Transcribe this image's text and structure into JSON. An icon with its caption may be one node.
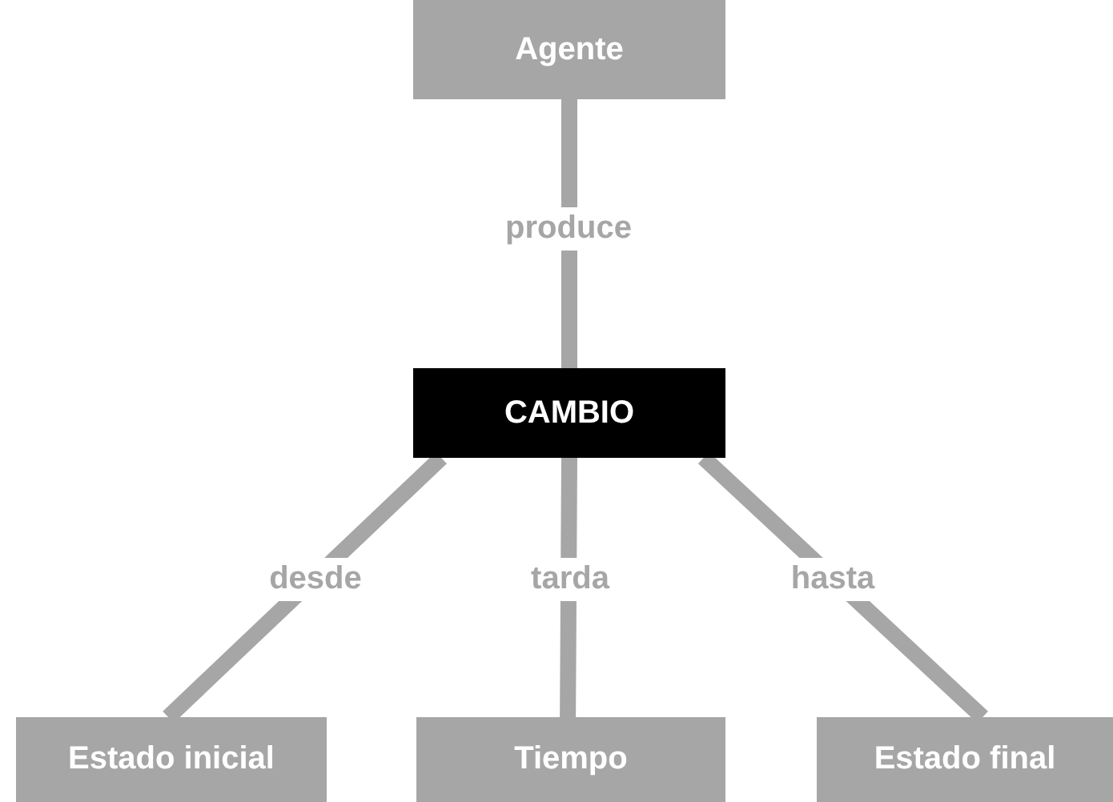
{
  "diagram": {
    "nodes": [
      {
        "text": [
          "Agente"
        ]
      },
      {
        "text": [
          "CAMBIO"
        ]
      },
      {
        "text": [
          "Estado inicial"
        ]
      },
      {
        "text": [
          "Tiempo"
        ]
      },
      {
        "text": [
          "Estado final"
        ]
      }
    ],
    "edges": [
      {
        "from": 0,
        "to": 1,
        "arrow": "none",
        "label": "produce"
      },
      {
        "from": 1,
        "to": 2,
        "arrow": "none",
        "label": "desde"
      },
      {
        "from": 1,
        "to": 3,
        "arrow": "none",
        "label": "tarda"
      },
      {
        "from": 1,
        "to": 4,
        "arrow": "none",
        "label": "hasta"
      }
    ]
  }
}
